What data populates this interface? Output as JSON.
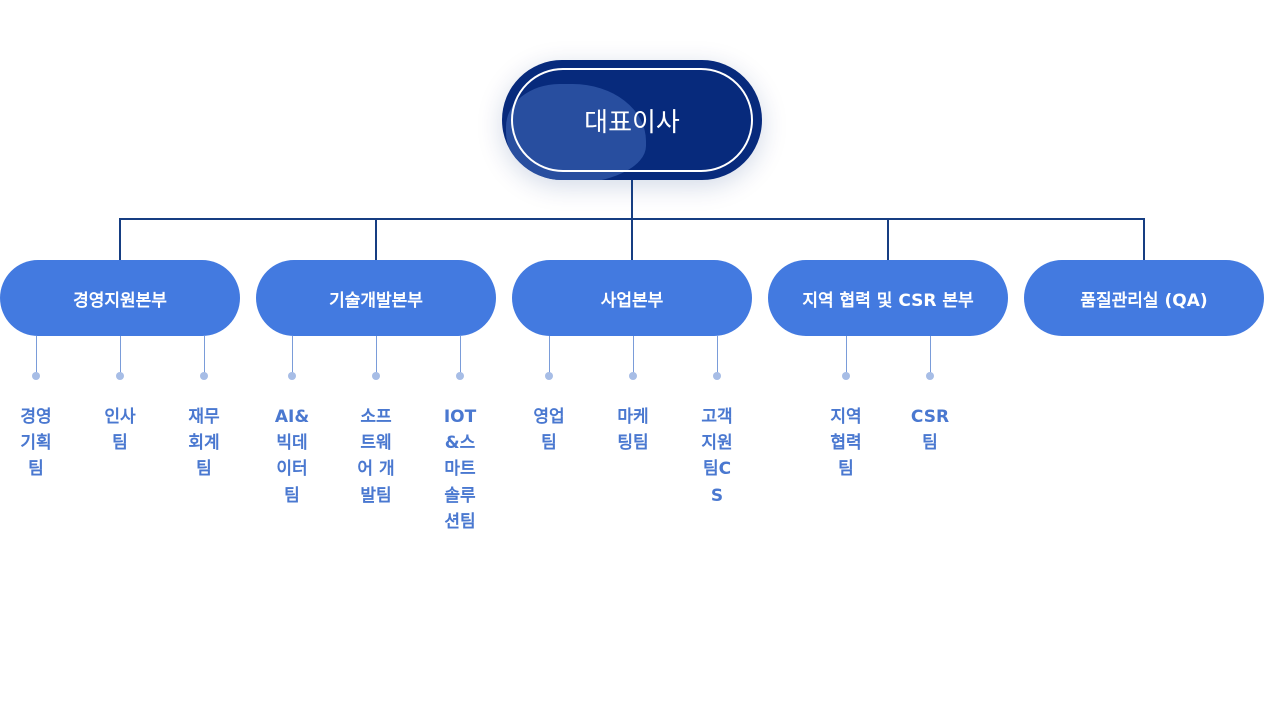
{
  "ceo": {
    "label": "대표이사"
  },
  "departments": [
    {
      "label": "경영지원본부",
      "teams": [
        "경영기획팀",
        "인사팀",
        "재무회계팀"
      ]
    },
    {
      "label": "기술개발본부",
      "teams": [
        "AI&빅데이터팀",
        "소프트웨어 개발팀",
        "IOT&스마트솔루션팀"
      ]
    },
    {
      "label": "사업본부",
      "teams": [
        "영업팀",
        "마케팅팀",
        "고객지원팀CS"
      ]
    },
    {
      "label": "지역 협력 및 CSR 본부",
      "teams": [
        "지역협력팀",
        "CSR팀"
      ]
    },
    {
      "label": "품질관리실 (QA)",
      "teams": []
    }
  ],
  "colors": {
    "ceo_fill": "#072a7c",
    "department_fill": "#437ae0",
    "connector": "#163e82",
    "team_text": "#4a78d0"
  }
}
